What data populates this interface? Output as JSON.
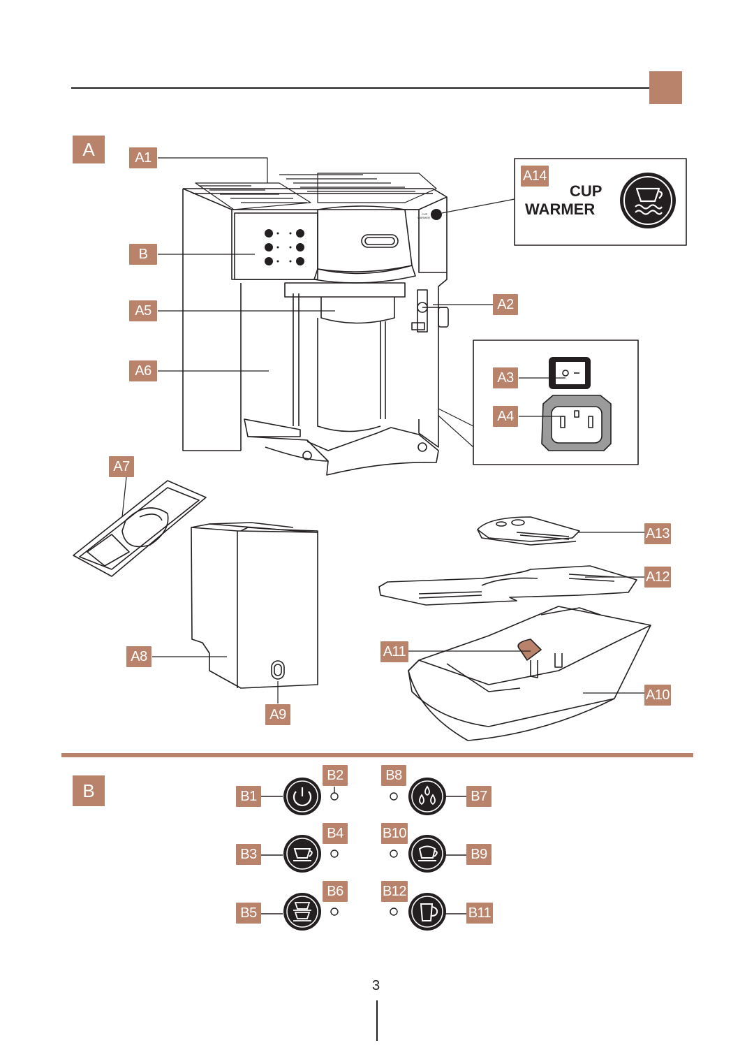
{
  "header": {
    "accent_color": "#b9826a"
  },
  "section_a": {
    "tag": "A",
    "labels": {
      "A1": "A1",
      "A2": "A2",
      "A3": "A3",
      "A4": "A4",
      "A5": "A5",
      "A6": "A6",
      "A7": "A7",
      "A8": "A8",
      "A9": "A9",
      "A10": "A10",
      "A11": "A11",
      "A12": "A12",
      "A13": "A13",
      "A14": "A14"
    },
    "panel_callout_label": "B",
    "cup_warmer": {
      "line1": "CUP",
      "line2": "WARMER",
      "small_line1": "CUP",
      "small_line2": "WARMER",
      "icon": "cup-warmer-icon"
    }
  },
  "section_b": {
    "tag": "B",
    "labels": {
      "B1": "B1",
      "B2": "B2",
      "B3": "B3",
      "B4": "B4",
      "B5": "B5",
      "B6": "B6",
      "B7": "B7",
      "B8": "B8",
      "B9": "B9",
      "B10": "B10",
      "B11": "B11",
      "B12": "B12"
    },
    "buttons": [
      {
        "icon": "power-icon"
      },
      {
        "icon": "steam-drops-icon"
      },
      {
        "icon": "single-cup-icon"
      },
      {
        "icon": "cappuccino-cup-icon"
      },
      {
        "icon": "double-cup-icon"
      },
      {
        "icon": "milk-mug-icon"
      }
    ]
  },
  "page_number": "3"
}
